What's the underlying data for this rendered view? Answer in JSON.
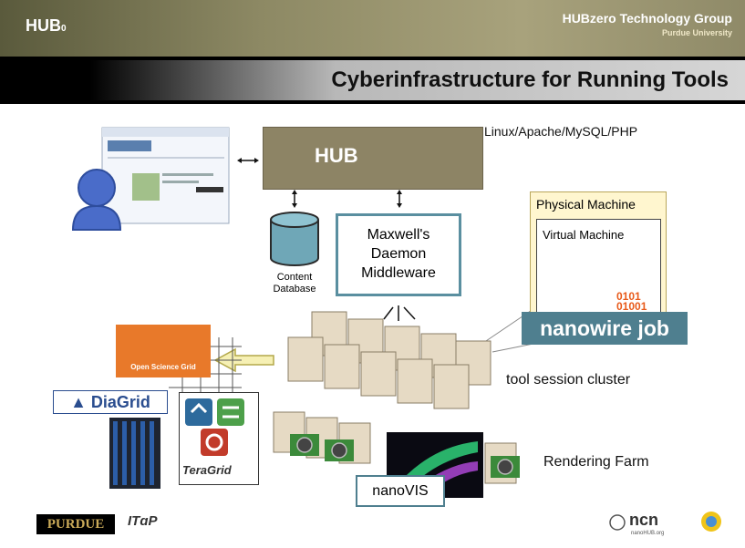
{
  "header": {
    "logo": "HUB",
    "logo_sub": "0",
    "group": "HUBzero Technology Group",
    "university": "Purdue University"
  },
  "slide": {
    "title": "Cyberinfrastructure for Running Tools",
    "stack_label": "Linux/Apache/MySQL/PHP",
    "hub_logo": "HUB",
    "content_db": [
      "Content",
      "Database"
    ],
    "maxwell": [
      "Maxwell's",
      "Daemon",
      "Middleware"
    ],
    "physical_machine": "Physical Machine",
    "virtual_machine": "Virtual Machine",
    "vm_binary": "0101\n01001",
    "nanowire_job": "nanowire job",
    "tool_cluster": "tool session cluster",
    "rendering_farm": "Rendering Farm",
    "nanovis": "nanoVIS",
    "open_science_grid": "Open Science Grid",
    "diagrid": "DiaGrid",
    "teragrid": "TeraGrid"
  },
  "footer": {
    "purdue": "PURDUE",
    "itap": "ITɑP",
    "ncn": "ncn",
    "ncn_sub": "nanoHUB.org"
  },
  "colors": {
    "header_bg": "#8d8964",
    "hub_box": "#8d8465",
    "teal": "#4f7f8f",
    "osg_orange": "#e8792a",
    "db_cyan": "#6fa7b7"
  }
}
